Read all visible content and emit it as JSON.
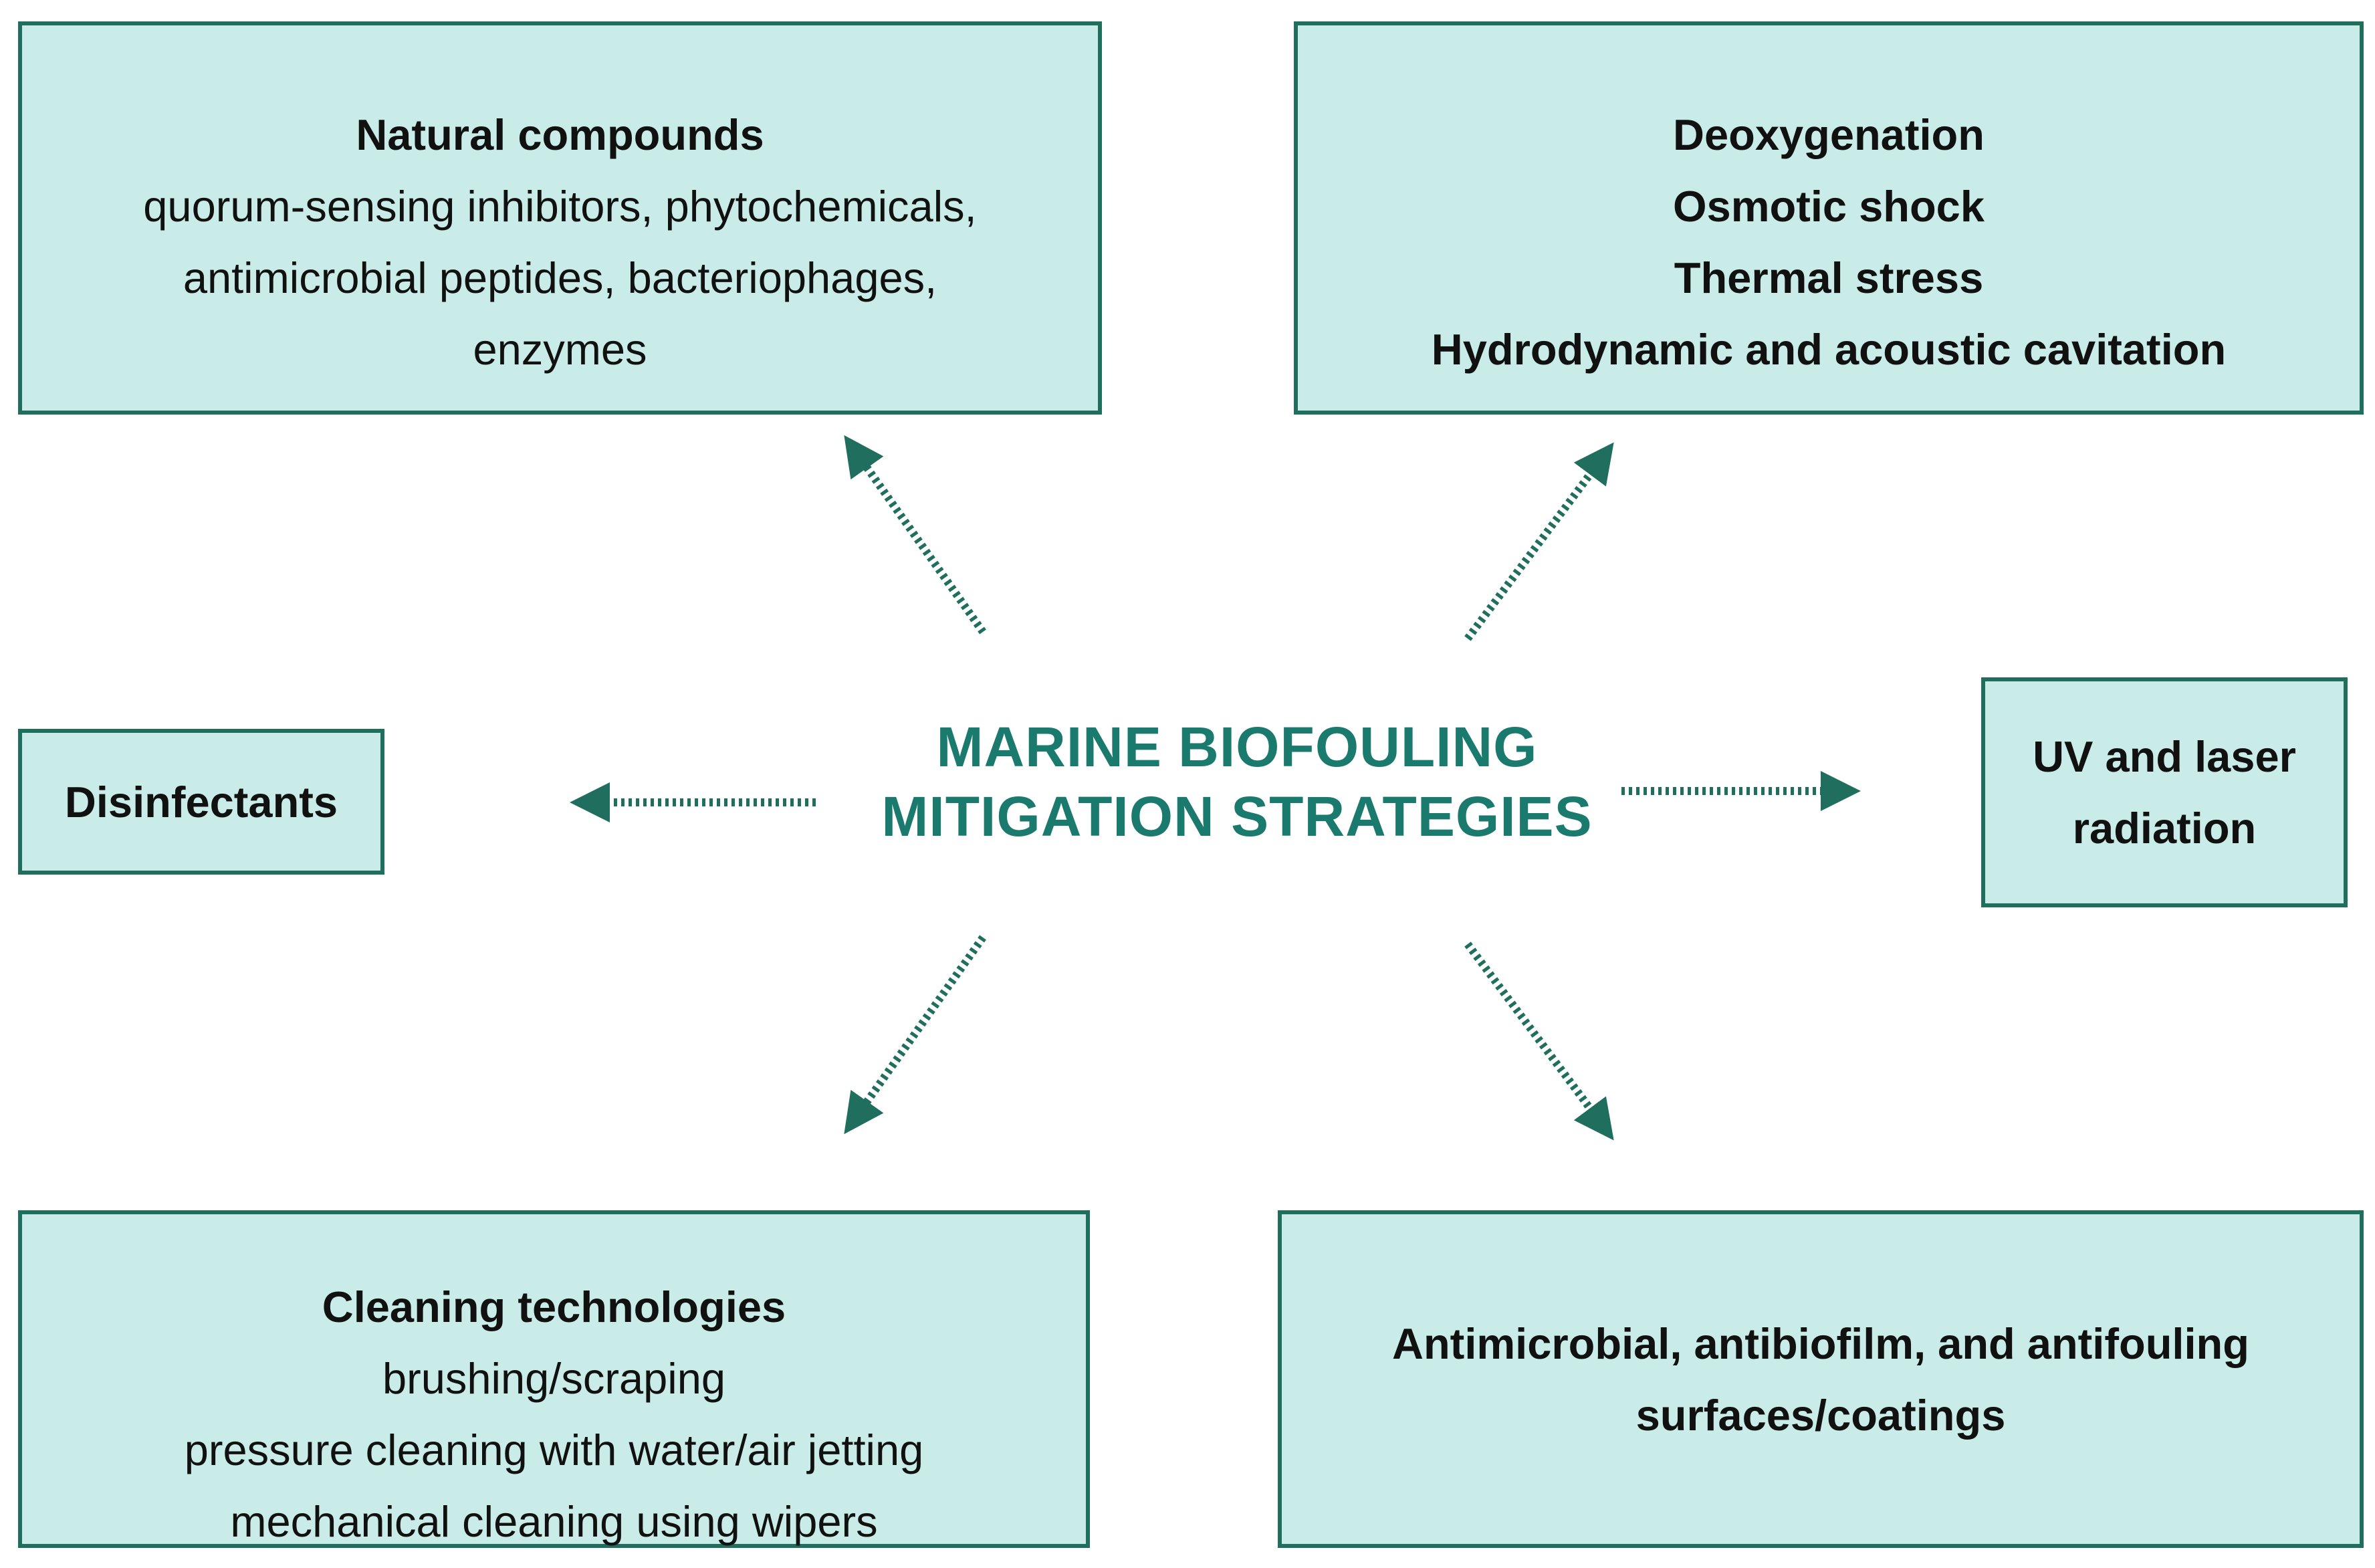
{
  "center": {
    "line1": "MARINE BIOFOULING",
    "line2": "MITIGATION STRATEGIES"
  },
  "boxes": {
    "natural": {
      "title": "Natural compounds",
      "lines": [
        "quorum-sensing inhibitors, phytochemicals,",
        "antimicrobial peptides, bacteriophages,",
        "enzymes"
      ]
    },
    "physical": {
      "lines": [
        "Deoxygenation",
        "Osmotic shock",
        "Thermal stress",
        "Hydrodynamic and acoustic cavitation"
      ]
    },
    "disinfectants": {
      "title": "Disinfectants"
    },
    "uv": {
      "lines": [
        "UV and laser",
        "radiation"
      ]
    },
    "cleaning": {
      "title": "Cleaning technologies",
      "lines": [
        "brushing/scraping",
        "pressure cleaning with water/air jetting",
        "mechanical cleaning using wipers"
      ]
    },
    "surfaces": {
      "lines": [
        "Antimicrobial, antibiofilm, and antifouling",
        "surfaces/coatings"
      ]
    }
  },
  "colors": {
    "box_fill": "#c9ece8",
    "box_border": "#1f6e5e",
    "arrow": "#1f6e5e",
    "center_text": "#1a7a6d"
  }
}
